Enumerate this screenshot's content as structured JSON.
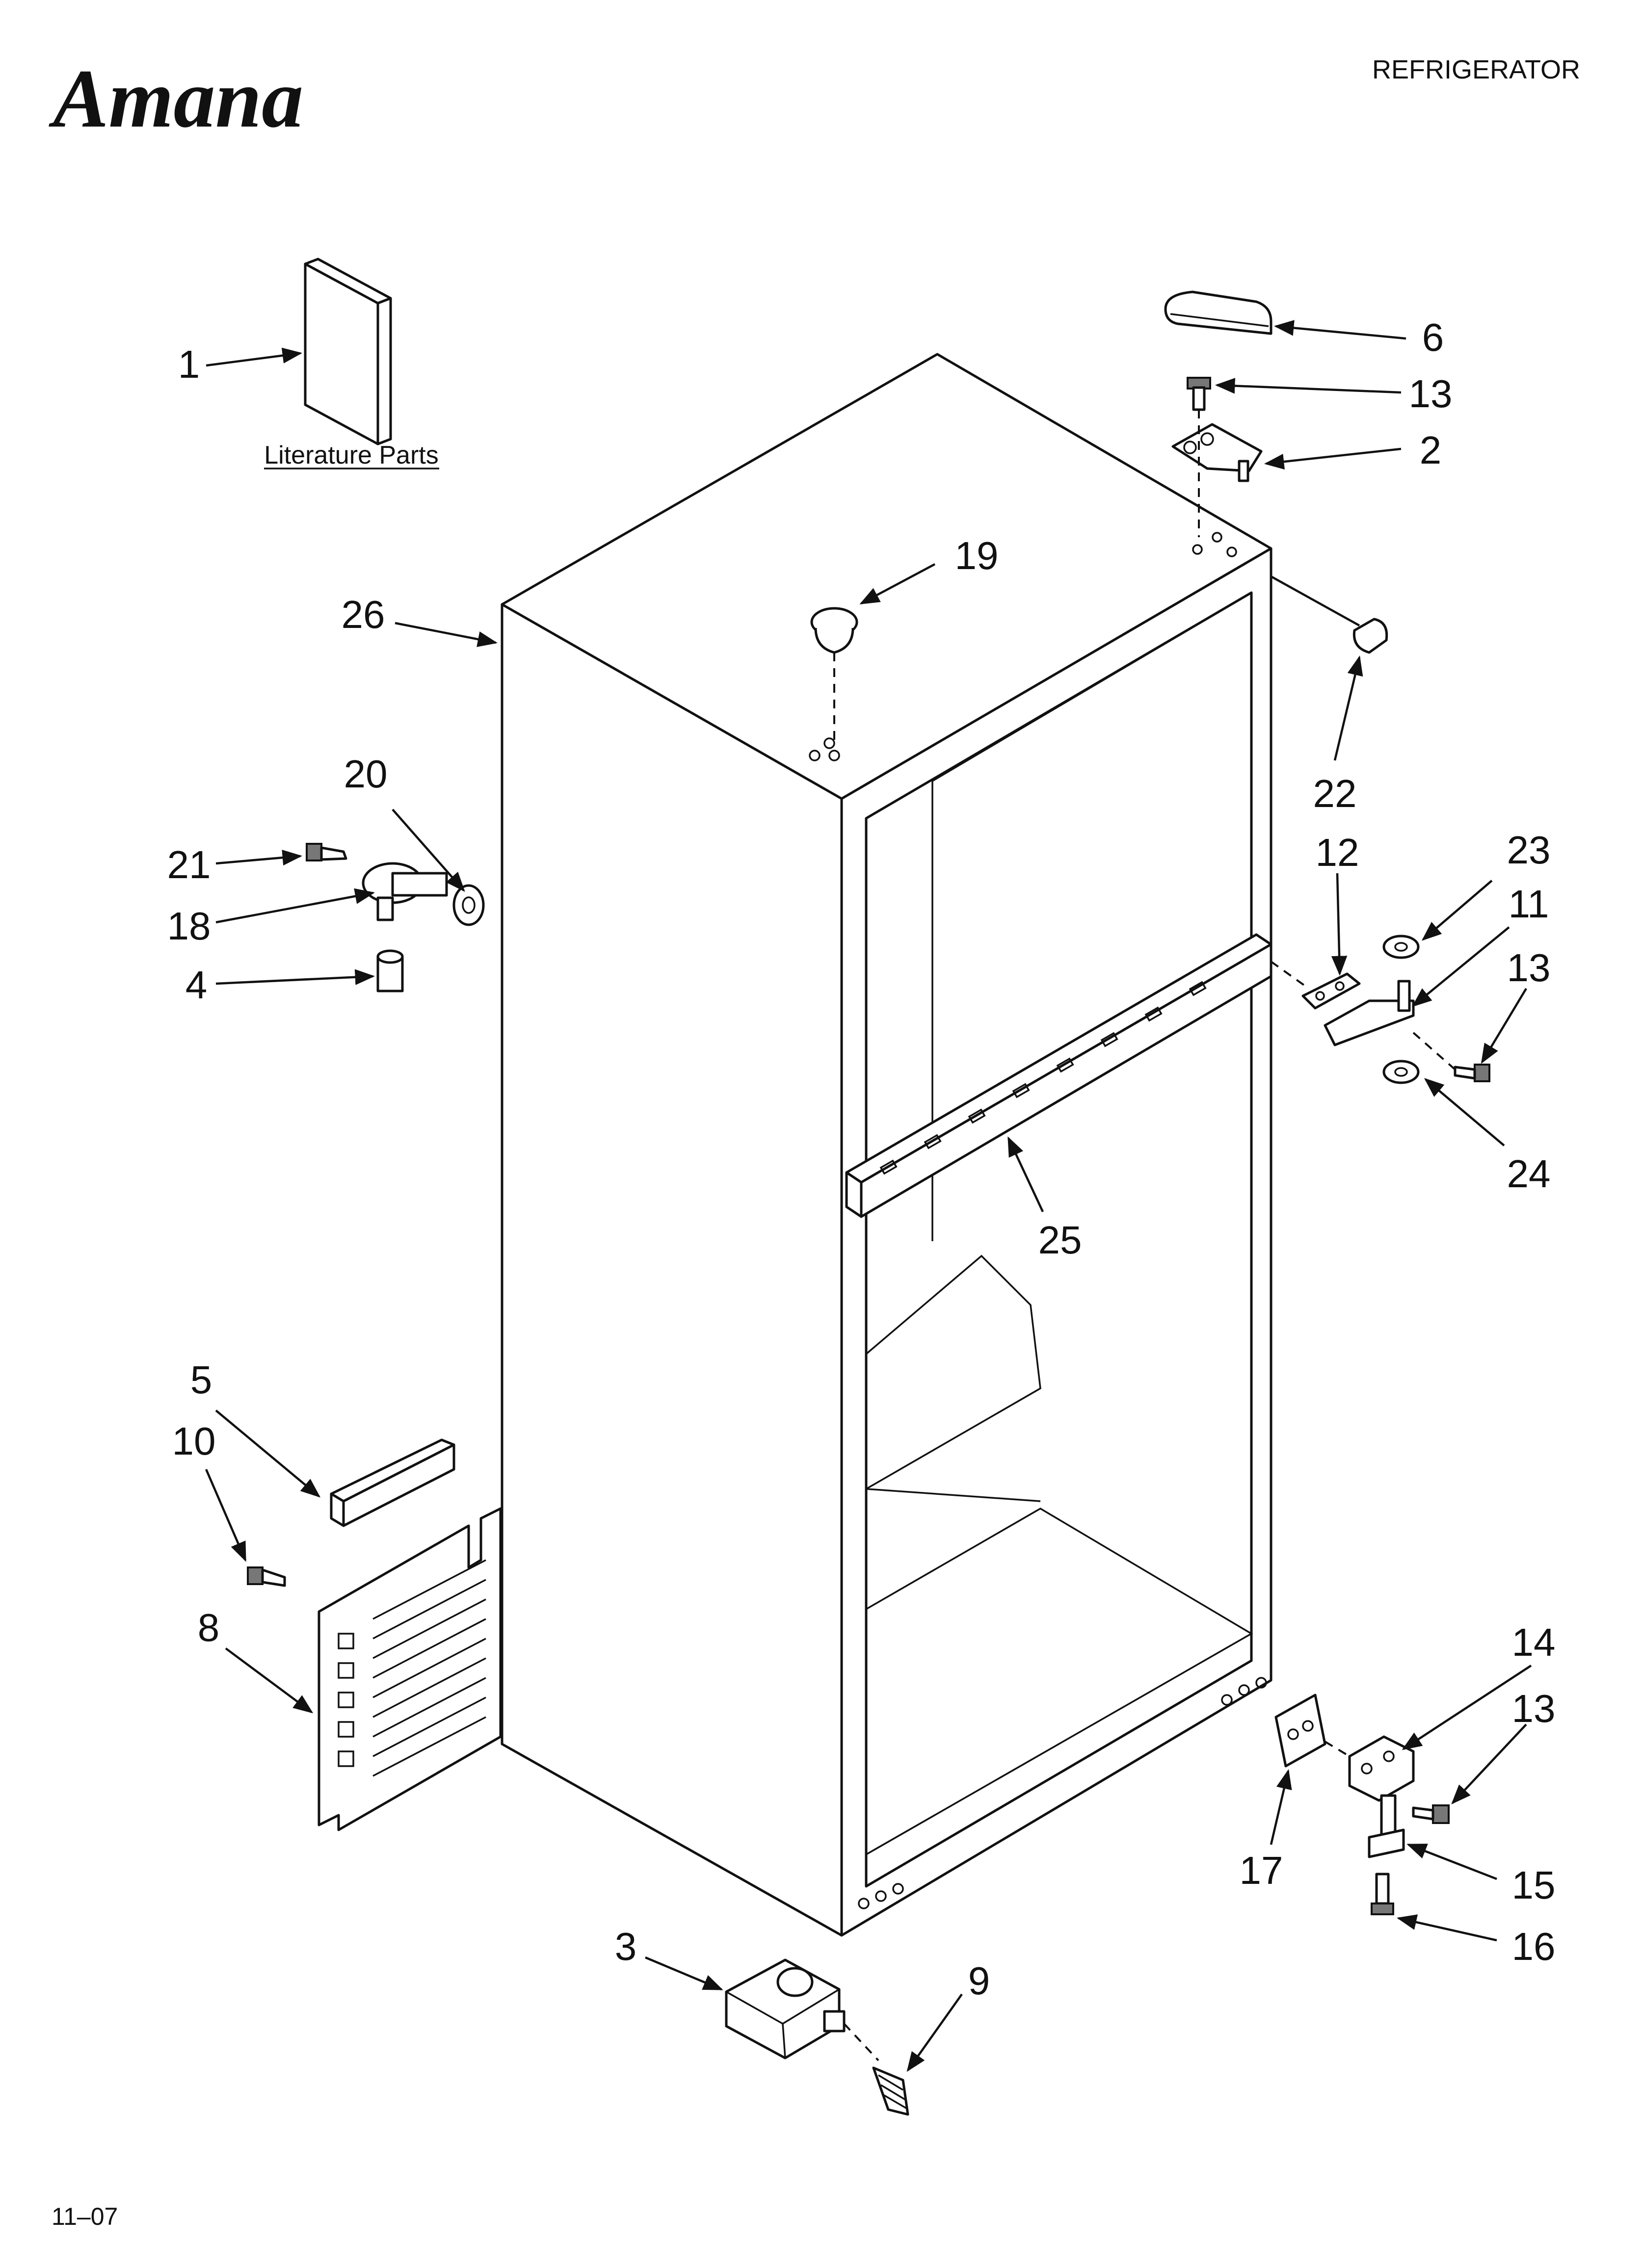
{
  "header": {
    "brand": "Amana",
    "product": "REFRIGERATOR"
  },
  "footer": {
    "date_code": "11–07"
  },
  "literature_label": "Literature Parts",
  "callouts": {
    "c1": "1",
    "c2": "2",
    "c3": "3",
    "c4": "4",
    "c5": "5",
    "c6": "6",
    "c8": "8",
    "c9": "9",
    "c10": "10",
    "c11": "11",
    "c12": "12",
    "c13a": "13",
    "c13b": "13",
    "c13c": "13",
    "c14": "14",
    "c15": "15",
    "c16": "16",
    "c17": "17",
    "c18": "18",
    "c19": "19",
    "c20": "20",
    "c21": "21",
    "c22": "22",
    "c23": "23",
    "c24": "24",
    "c25": "25",
    "c26": "26"
  },
  "colors": {
    "ink": "#111111",
    "background": "#ffffff"
  }
}
